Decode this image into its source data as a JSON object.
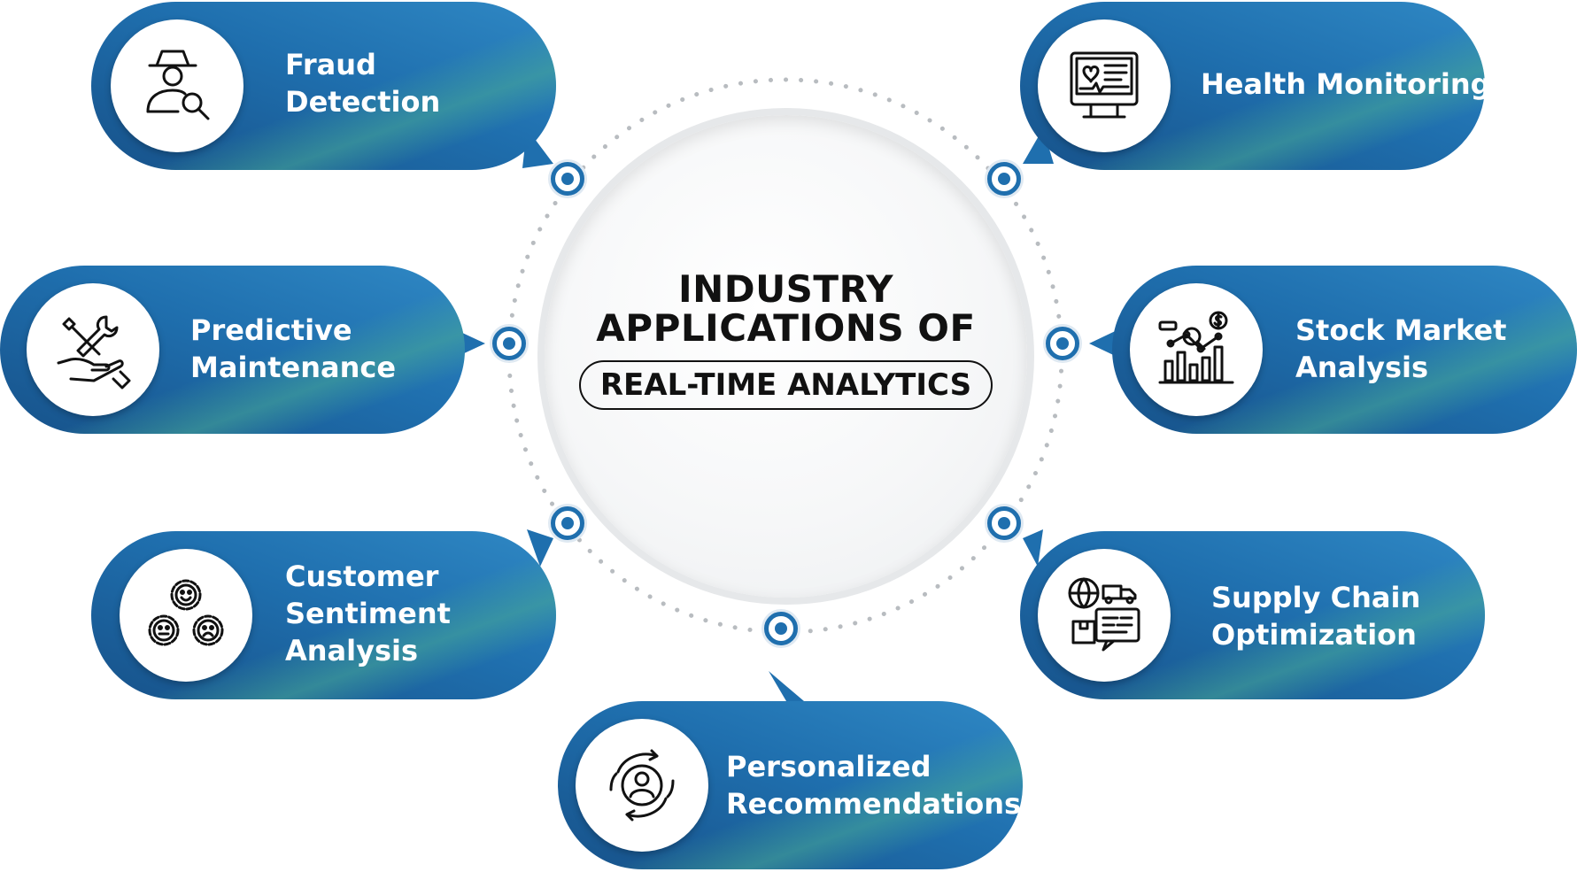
{
  "center": {
    "line1": "INDUSTRY",
    "line2": "APPLICATIONS OF",
    "pill": "REAL-TIME ANALYTICS"
  },
  "items": {
    "fraud": {
      "text": "Fraud\nDetection",
      "icon": "fraud-detection-icon"
    },
    "health": {
      "text": "Health Monitoring",
      "icon": "health-monitor-icon"
    },
    "predictive": {
      "text": "Predictive\nMaintenance",
      "icon": "maintenance-tools-icon"
    },
    "stock": {
      "text": "Stock Market\nAnalysis",
      "icon": "stock-chart-icon"
    },
    "sentiment": {
      "text": "Customer\nSentiment\nAnalysis",
      "icon": "sentiment-faces-icon"
    },
    "supply": {
      "text": "Supply Chain\nOptimization",
      "icon": "supply-chain-icon"
    },
    "personalized": {
      "text": "Personalized\nRecommendations",
      "icon": "user-cycle-icon"
    }
  },
  "colors": {
    "pill_blue": "#1f6fae",
    "accent_teal": "#48aa96",
    "node_blue": "#1f6fae"
  }
}
